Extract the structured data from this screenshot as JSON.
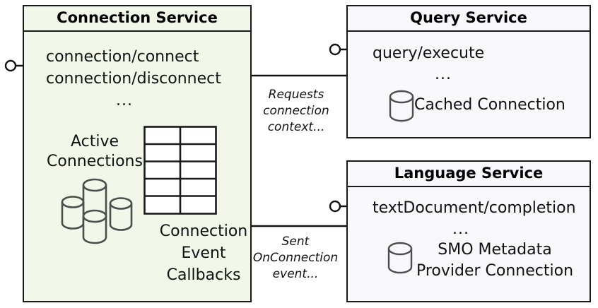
{
  "diagram": {
    "type": "component-diagram",
    "colors": {
      "connection_service_fill": "#f3f7ea",
      "query_service_fill": "#f8f8fb",
      "language_service_fill": "#f8f8fb",
      "stroke": "#1a1a1a",
      "icon_stroke": "#4d4d4d",
      "table_fill": "#ffffff"
    },
    "components": {
      "connection_service": {
        "title": "Connection Service",
        "operations": [
          "connection/connect",
          "connection/disconnect"
        ],
        "operations_ellipsis": "...",
        "active_connections_label_line1": "Active",
        "active_connections_label_line2": "Connections",
        "active_connections_icon": "database-cluster-icon",
        "callbacks_label_line1": "Connection",
        "callbacks_label_line2": "Event",
        "callbacks_label_line3": "Callbacks",
        "callbacks_icon": "table-icon",
        "callbacks_table_rows": 5,
        "callbacks_table_cols": 2,
        "provided_interface": "lollipop-interface-icon"
      },
      "query_service": {
        "title": "Query Service",
        "operations": [
          "query/execute"
        ],
        "operations_ellipsis": "...",
        "resource_label": "Cached Connection",
        "resource_icon": "database-cylinder-icon",
        "provided_interface": "lollipop-interface-icon"
      },
      "language_service": {
        "title": "Language Service",
        "operations": [
          "textDocument/completion"
        ],
        "operations_ellipsis": "...",
        "resource_label_line1": "SMO Metadata",
        "resource_label_line2": "Provider Connection",
        "resource_icon": "database-cylinder-icon",
        "provided_interface": "lollipop-interface-icon"
      }
    },
    "edges": [
      {
        "id": "query-to-connection",
        "from": "query_service",
        "to": "connection_service",
        "direction": "left",
        "label_line1": "Requests",
        "label_line2": "connection",
        "label_line3": "context..."
      },
      {
        "id": "connection-to-language",
        "from": "connection_service",
        "to": "language_service",
        "direction": "right",
        "label_line1": "Sent",
        "label_line2": "OnConnection",
        "label_line3": "event..."
      }
    ]
  }
}
